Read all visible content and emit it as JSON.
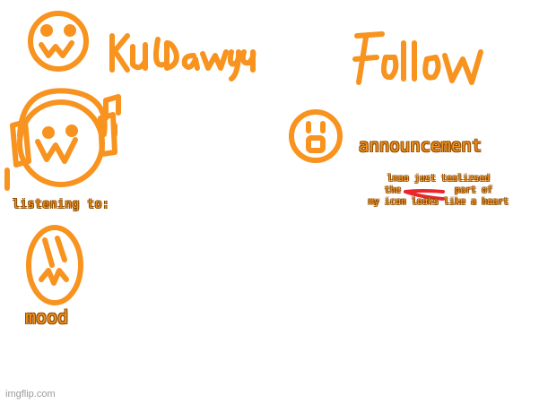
{
  "texts": {
    "listening": "listening to:",
    "announcement": "announcement",
    "note_line1": "lmao just tealizsed",
    "note_line2": "the          part of",
    "note_line3": "my icon looks like a heart",
    "mood": "mood",
    "watermark": "imgflip.com"
  },
  "colors": {
    "accent": "#f7931e",
    "heart_arrow": "#e8262b",
    "text_outline": "#8a4a00",
    "watermark": "#9a9a9a"
  },
  "icons": {
    "logo": "smiley-w-face-icon",
    "headphones": "headphones-face-icon",
    "announcement": "surprised-face-icon",
    "mood": "mood-face-icon",
    "arrow": "red-arrow-icon"
  }
}
